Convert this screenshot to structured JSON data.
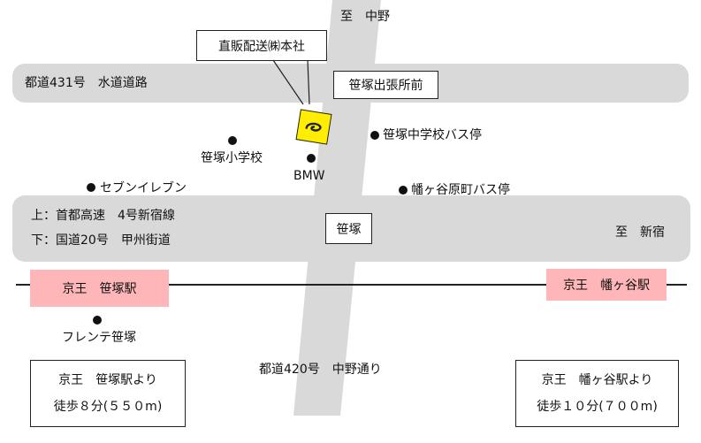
{
  "colors": {
    "road": "#d9d9d9",
    "station_fill": "#ffb6b8",
    "marker_fill": "#ffee00",
    "rail": "#222222"
  },
  "north_label": "至　中野",
  "east_label": "至　新宿",
  "destination": {
    "name": "直販配送㈱本社",
    "icon": "company-logo-icon"
  },
  "roads": {
    "top_road": "都道431号　水道道路",
    "main_road_upper": "上：首都高速　4号新宿線",
    "main_road_lower": "下：国道20号　甲州街道",
    "vertical_road": "都道420号　中野通り"
  },
  "intersections": {
    "top": "笹塚出張所前",
    "main": "笹塚"
  },
  "landmarks": {
    "school": "笹塚小学校",
    "bmw": "BMW",
    "bus_stop_school": "笹塚中学校バス停",
    "seven_eleven": "セブンイレブン",
    "bus_stop_hatagaya": "幡ヶ谷原町バス停",
    "frente": "フレンテ笹塚"
  },
  "stations": {
    "sasazuka": "京王　笹塚駅",
    "hatagaya": "京王　幡ヶ谷駅"
  },
  "walk_info": {
    "sasazuka": {
      "line1": "京王　笹塚駅より",
      "line2": "徒歩８分(５５０m)"
    },
    "hatagaya": {
      "line1": "京王　幡ヶ谷駅より",
      "line2": "徒歩１０分(７００m)"
    }
  }
}
